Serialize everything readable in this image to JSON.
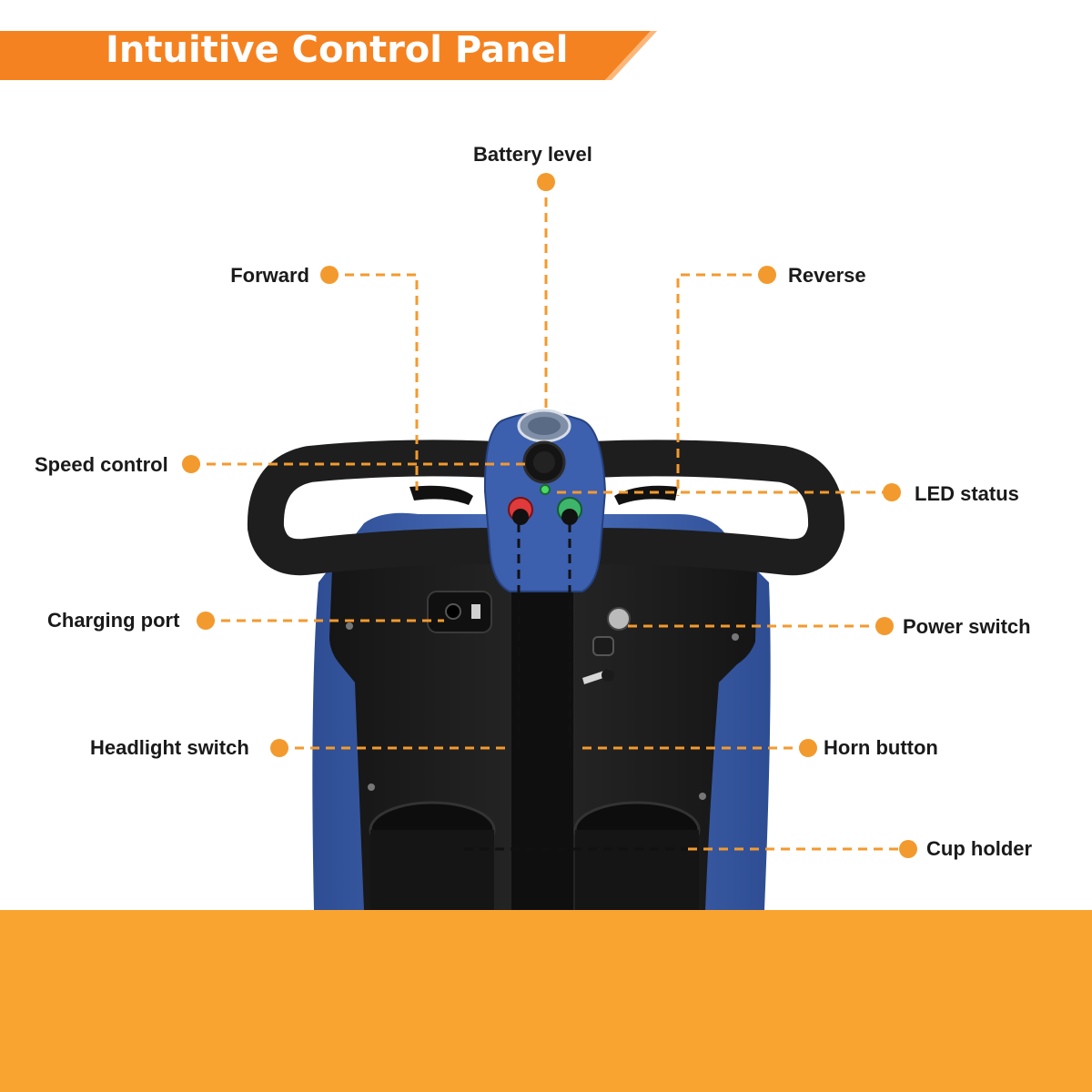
{
  "header": {
    "title": "Intuitive Control Panel"
  },
  "colors": {
    "accent": "#f39a2e",
    "banner": "#f58220",
    "footer": "#f9a431",
    "body_blue": "#3d5ea8",
    "handle": "#1c1c1c"
  },
  "callouts": [
    {
      "id": "battery-level",
      "label": "Battery level"
    },
    {
      "id": "forward",
      "label": "Forward"
    },
    {
      "id": "reverse",
      "label": "Reverse"
    },
    {
      "id": "speed-control",
      "label": "Speed control"
    },
    {
      "id": "led-status",
      "label": "LED status"
    },
    {
      "id": "charging-port",
      "label": "Charging port"
    },
    {
      "id": "power-switch",
      "label": "Power switch"
    },
    {
      "id": "headlight-switch",
      "label": "Headlight switch"
    },
    {
      "id": "horn-button",
      "label": "Horn button"
    },
    {
      "id": "cup-holder",
      "label": "Cup holder"
    }
  ]
}
